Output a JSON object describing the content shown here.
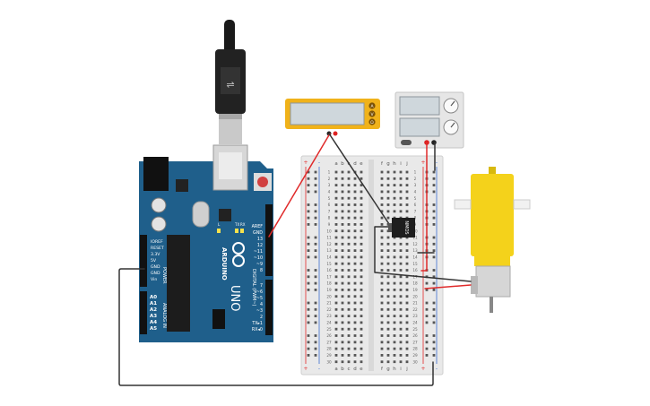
{
  "arduino": {
    "model": "UNO",
    "brand": "ARDUINO",
    "left_header_power": [
      "IOREF",
      "RESET",
      "3.3V",
      "5V",
      "GND",
      "GND",
      "Vin"
    ],
    "left_header_analog": [
      "A0",
      "A1",
      "A2",
      "A3",
      "A4",
      "A5"
    ],
    "section_power": "POWER",
    "section_analog": "ANALOG IN",
    "right_header_top": [
      "AREF",
      "GND",
      "13",
      "12",
      "~11",
      "~10",
      "~9",
      "8"
    ],
    "right_header_bottom": [
      "7",
      "~6",
      "~5",
      "4",
      "~3",
      "2",
      "TX▸1",
      "RX◂0"
    ],
    "section_digital": "DIGITAL (PWM~)",
    "led_labels": [
      "L",
      "TX",
      "RX"
    ]
  },
  "breadboard": {
    "column_letters_left": [
      "a",
      "b",
      "c",
      "d",
      "e"
    ],
    "column_letters_right": [
      "f",
      "g",
      "h",
      "i",
      "j"
    ],
    "rail_plus": "+",
    "rail_minus": "-",
    "row_numbers": [
      "1",
      "2",
      "3",
      "4",
      "5",
      "6",
      "7",
      "8",
      "9",
      "10",
      "11",
      "12",
      "13",
      "14",
      "15",
      "16",
      "17",
      "18",
      "19",
      "20",
      "21",
      "22",
      "23",
      "24",
      "25",
      "26",
      "27",
      "28",
      "29",
      "30"
    ]
  },
  "transistor": {
    "label": "NMOS"
  },
  "multimeter": {
    "mode_icons": [
      "A",
      "V",
      "Ω"
    ]
  },
  "colors": {
    "arduino": "#1f5f8b",
    "wire_red": "#e02a2a",
    "wire_black": "#333333",
    "motor_yellow": "#f4d21b",
    "multimeter": "#f0b21a",
    "breadboard": "#e9e9e9"
  },
  "icons": [
    "usb-cable-icon",
    "multimeter-icon",
    "power-supply-icon",
    "dc-motor-icon",
    "arduino-logo-icon"
  ]
}
